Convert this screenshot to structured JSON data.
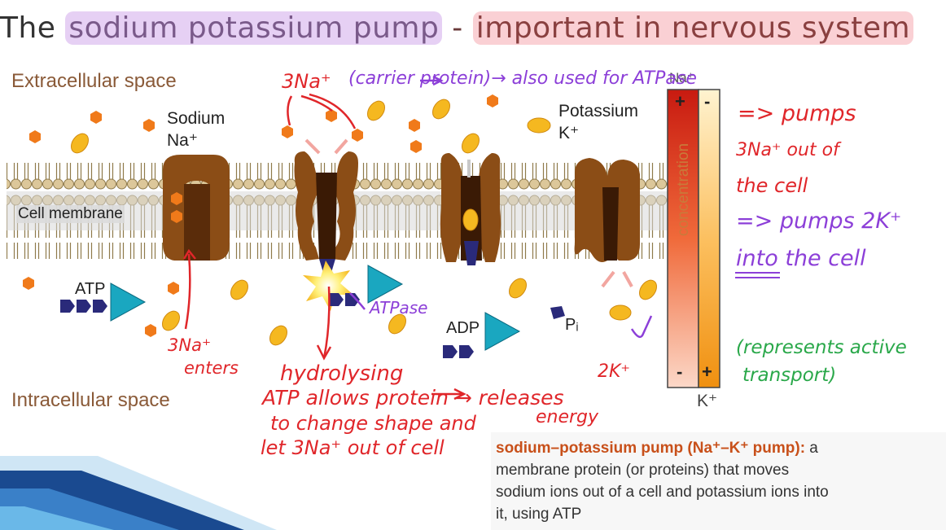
{
  "title": {
    "part1": "The ",
    "part2": "sodium potassium pump",
    "part3": " - ",
    "part4": "important in nervous system"
  },
  "labels": {
    "extracellular": "Extracellular space",
    "intracellular": "Intracellular space",
    "cell_membrane": "Cell membrane",
    "sodium": "Sodium",
    "sodium_symbol": "Na⁺",
    "potassium": "Potassium",
    "potassium_symbol": "K⁺",
    "atp": "ATP",
    "adp": "ADP",
    "pi": "Pᵢ",
    "concentration": "concentration",
    "na_top": "Na⁺",
    "k_bottom": "K⁺",
    "plus": "+",
    "minus": "-"
  },
  "annotations": {
    "three_na_top": "3Na⁺",
    "carrier_protein": "(carrier protein)→ also used for ATPase",
    "pumps_out_1": "=> pumps",
    "pumps_out_2": "3Na⁺ out of",
    "pumps_out_3": "the cell",
    "pumps_in_1": "=> pumps 2K⁺",
    "pumps_in_2a": "into",
    "pumps_in_2b": " the cell",
    "active_1": "(represents active",
    "active_2": "transport)",
    "three_na_enters_1": "3Na⁺",
    "three_na_enters_2": "enters",
    "atpase": "ATPase",
    "hydro_1": "hydrolysing",
    "hydro_2": "ATP allows protein → releases",
    "hydro_3": "to change shape and",
    "hydro_4": "let 3Na⁺ out of cell",
    "energy": "energy",
    "two_k": "2K⁺"
  },
  "definition": {
    "term": "sodium–potassium pump",
    "term_paren": "(Na⁺–K⁺ pump):",
    "text_line1": " a",
    "text_line2": "membrane protein (or proteins) that moves",
    "text_line3": "sodium ions out of a cell and potassium ions into",
    "text_line4": "it, using ATP"
  },
  "colors": {
    "sodium_ion": "#f07a1a",
    "potassium_ion": "#f5b820",
    "protein": "#8b4d16",
    "membrane_head": "#dcc79a",
    "atp_dark": "#2a2a7a",
    "atp_cyan": "#1aa7c0",
    "annotation_red": "#e0262a",
    "annotation_purple": "#8c3fd8",
    "annotation_green": "#2aa84a"
  }
}
